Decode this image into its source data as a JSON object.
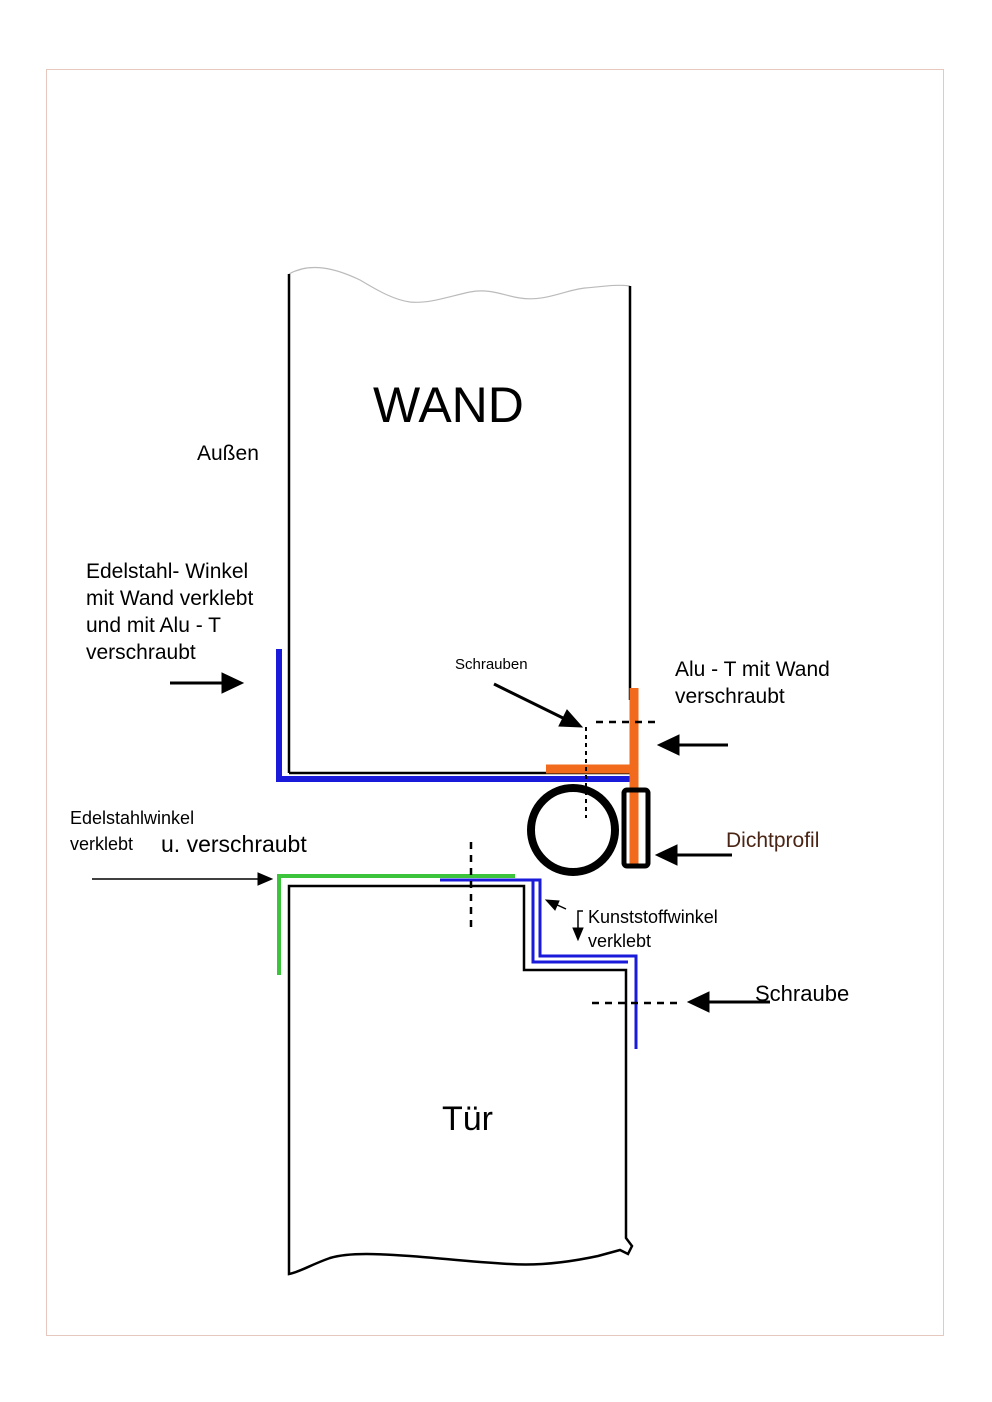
{
  "labels": {
    "wand": "WAND",
    "aussen": "Außen",
    "edelstahl_winkel": "Edelstahl- Winkel\nmit Wand verklebt\nund mit Alu - T\nverschraubt",
    "schrauben": "Schrauben",
    "alu_t": "Alu - T mit Wand\nverschraubt",
    "dichtprofil": "Dichtprofil",
    "edelstahlwinkel_line1": "Edelstahlwinkel",
    "edelstahlwinkel_line2a": "verklebt",
    "edelstahlwinkel_line2b": "u. verschraubt",
    "kunststoffwinkel": "Kunststoffwinkel\nverklebt",
    "schraube": "Schraube",
    "tuer": "Tür"
  },
  "colors": {
    "outline": "#000000",
    "edelstahl_blue": "#1a1adb",
    "alu_orange": "#f26a1b",
    "edelstahl_green": "#3cc43c",
    "dichtprofil_text": "#4a2414",
    "frame": "#e6c8bd"
  }
}
